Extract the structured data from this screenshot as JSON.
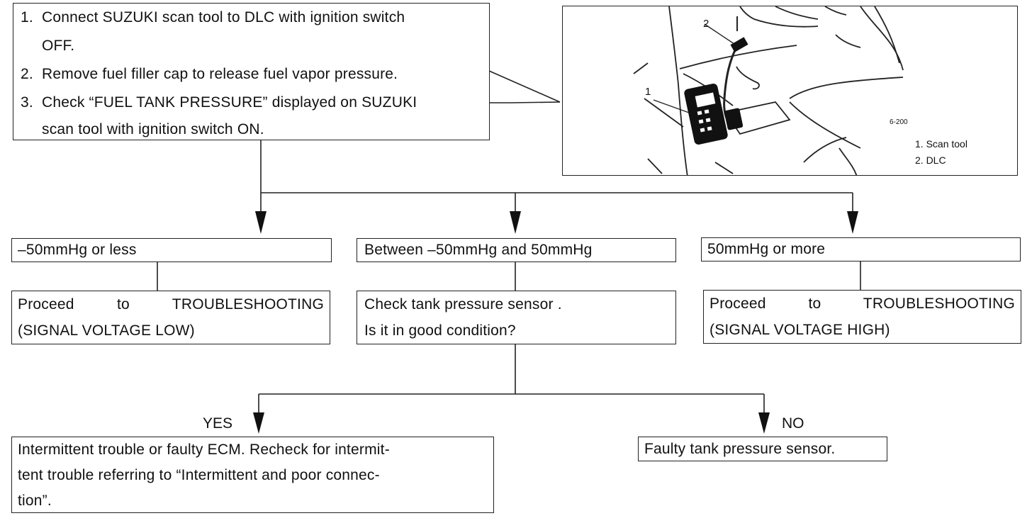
{
  "instructions": [
    {
      "num": "1.",
      "line1": "Connect SUZUKI scan tool to DLC with ignition switch",
      "line2": "OFF."
    },
    {
      "num": "2.",
      "line1": "Remove fuel filler cap to release fuel vapor pressure."
    },
    {
      "num": "3.",
      "line1": "Check “FUEL TANK PRESSURE” displayed on SUZUKI",
      "line2": "scan tool with ignition switch ON."
    }
  ],
  "figure": {
    "code": "6-200",
    "callout_1": "1",
    "callout_2": "2",
    "legend": [
      "1.  Scan tool",
      "2.  DLC"
    ]
  },
  "conditions": {
    "left": "–50mmHg or less",
    "middle": "Between –50mmHg and 50mmHg",
    "right": "50mmHg or more"
  },
  "actions": {
    "left": {
      "line1": "Proceed   to   TROUBLESHOOTING",
      "line2": "(SIGNAL VOLTAGE LOW)"
    },
    "middle": {
      "line1": "Check tank pressure sensor .",
      "line2": "Is it in good condition?"
    },
    "right": {
      "line1": "Proceed   to   TROUBLESHOOTING",
      "line2": "(SIGNAL VOLTAGE HIGH)"
    }
  },
  "branches": {
    "yes": "YES",
    "no": "NO"
  },
  "results": {
    "yes": {
      "line1": "Intermittent trouble or faulty ECM.  Recheck for intermit-",
      "line2": "tent trouble referring to “Intermittent and poor connec-",
      "line3": "tion”."
    },
    "no": "Faulty tank pressure sensor."
  }
}
